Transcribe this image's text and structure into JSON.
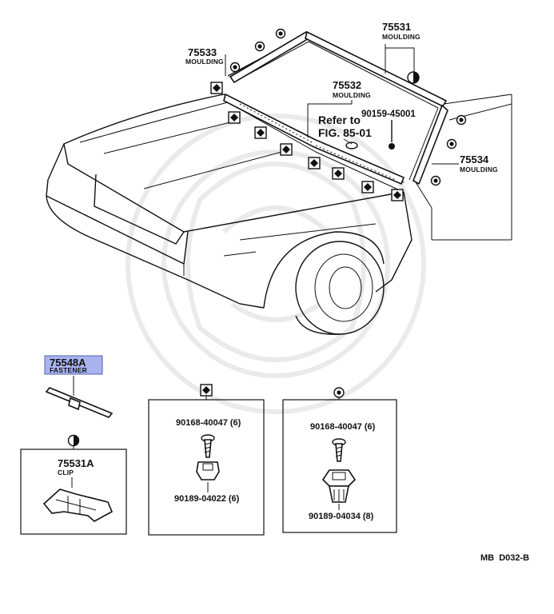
{
  "parts": {
    "p75533": {
      "number": "75533",
      "name": "MOULDING"
    },
    "p75531": {
      "number": "75531",
      "name": "MOULDING"
    },
    "p75532": {
      "number": "75532",
      "name": "MOULDING"
    },
    "p75534": {
      "number": "75534",
      "name": "MOULDING"
    },
    "p90159": {
      "number": "90159-45001"
    },
    "p75548a": {
      "number": "75548A",
      "name": "FASTENER",
      "highlight_color": "#a9b3f0"
    },
    "p75531a": {
      "number": "75531A",
      "name": "CLIP"
    }
  },
  "reference": {
    "line1": "Refer to",
    "line2": "FIG. 85-01"
  },
  "box_diamond": {
    "symbol": "diamond",
    "upper_part": "90168-40047 (6)",
    "lower_part": "90189-04022 (6)"
  },
  "box_circle": {
    "symbol": "circle",
    "upper_part": "90168-40047 (6)",
    "lower_part": "90189-04034 (8)"
  },
  "box_halfcircle": {
    "symbol": "half-circle"
  },
  "footer_code": "MB  D032-B"
}
